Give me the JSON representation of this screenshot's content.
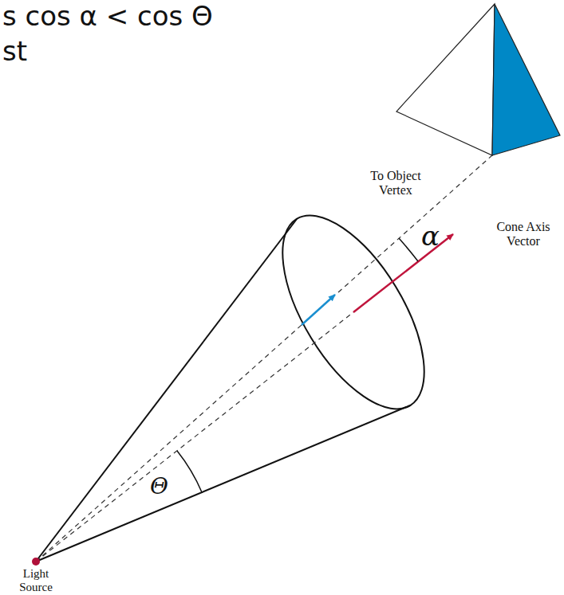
{
  "diagram": {
    "labels": [
      "s cos α < cos Θ",
      "st",
      "To Object Vertex",
      "α",
      "Cone Axis Vector",
      "Θ",
      "Light Source"
    ]
  }
}
